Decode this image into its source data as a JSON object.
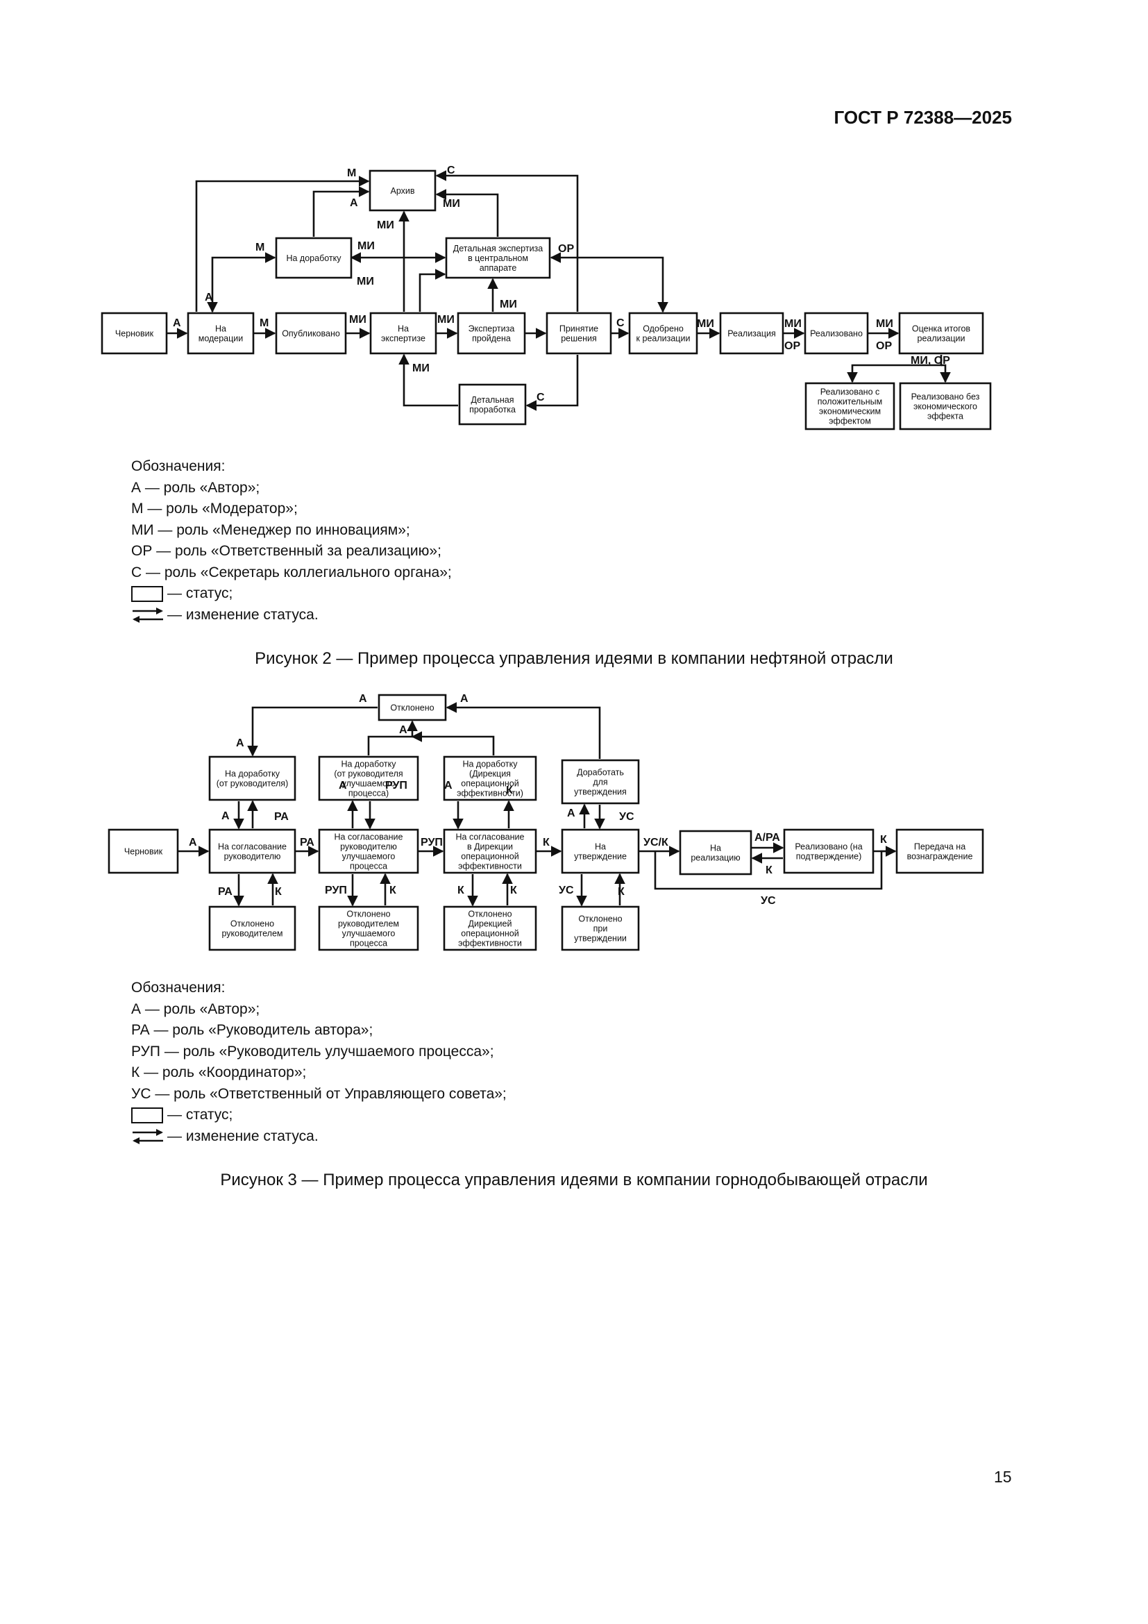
{
  "header": {
    "doc_id": "ГОСТ Р 72388—2025"
  },
  "figure2": {
    "boxes": {
      "chernovik": [
        "Черновик"
      ],
      "na_moderacii": [
        "На",
        "модерации"
      ],
      "opublikovano": [
        "Опубликовано"
      ],
      "na_ekspertize": [
        "На",
        "экспертизе"
      ],
      "ekspertiza_proidena": [
        "Экспертиза",
        "пройдена"
      ],
      "prinyatie_resheniya": [
        "Принятие",
        "решения"
      ],
      "odobreno": [
        "Одобрено",
        "к реализации"
      ],
      "realizaciya": [
        "Реализация"
      ],
      "realizovano": [
        "Реализовано"
      ],
      "ocenka": [
        "Оценка итогов",
        "реализации"
      ],
      "arhiv": [
        "Архив"
      ],
      "na_dorabotku": [
        "На доработку"
      ],
      "detalnaya_ekspertiza": [
        "Детальная экспертиза",
        "в центральном",
        "аппарате"
      ],
      "detalnaya_prorabotka": [
        "Детальная",
        "проработка"
      ],
      "real_pos": [
        "Реализовано с",
        "положительным",
        "экономическим",
        "эффектом"
      ],
      "real_bez": [
        "Реализовано без",
        "экономического",
        "эффекта"
      ]
    },
    "labels": {
      "a1": "А",
      "m1": "М",
      "mi1": "МИ",
      "mi2": "МИ",
      "c1": "С",
      "or1": "ОР",
      "mi3": "МИ",
      "mi4": "МИ",
      "or2": "ОР",
      "mi_or": "МИ, ОР",
      "m_arch": "М",
      "a_arch": "А",
      "c_arch": "С",
      "mi_arch": "МИ",
      "mi_arch2": "МИ",
      "m_dor": "М",
      "a_dor": "А",
      "mi_det1": "МИ",
      "mi_det2": "МИ",
      "mi_det3": "МИ",
      "or_det": "ОР",
      "mi_prorab": "МИ",
      "c_prorab": "С"
    },
    "legend": {
      "title": "Обозначения:",
      "items": [
        "А — роль «Автор»;",
        "М — роль «Модератор»;",
        "МИ — роль «Менеджер по инновациям»;",
        "ОР — роль «Ответственный за реализацию»;",
        "С — роль «Секретарь коллегиального органа»;"
      ],
      "status": "— статус;",
      "change": "— изменение статуса."
    },
    "caption": "Рисунок 2 — Пример процесса управления идеями в компании нефтяной отрасли"
  },
  "figure3": {
    "boxes": {
      "chernovik": [
        "Черновик"
      ],
      "soglas_ruk": [
        "На согласование",
        "руководителю"
      ],
      "soglas_rup": [
        "На согласование",
        "руководителю",
        "улучшаемого",
        "процесса"
      ],
      "soglas_dir": [
        "На согласование",
        "в Дирекции",
        "операционной",
        "эффективности"
      ],
      "na_utv": [
        "На",
        "утверждение"
      ],
      "na_real": [
        "На",
        "реализацию"
      ],
      "real_podtv": [
        "Реализовано (на",
        "подтверждение)"
      ],
      "peredacha": [
        "Передача на",
        "вознаграждение"
      ],
      "otkloneno": [
        "Отклонено"
      ],
      "dor_ruk": [
        "На доработку",
        "(от руководителя)"
      ],
      "dor_rup": [
        "На доработку",
        "(от руководителя",
        "улучшаемого",
        "процесса)"
      ],
      "dor_dir": [
        "На доработку",
        "(Дирекция",
        "операционной",
        "эффективности)"
      ],
      "dor_utv": [
        "Доработать",
        "для",
        "утверждения"
      ],
      "otk_ruk": [
        "Отклонено",
        "руководителем"
      ],
      "otk_rup": [
        "Отклонено",
        "руководителем",
        "улучшаемого",
        "процесса"
      ],
      "otk_dir": [
        "Отклонено",
        "Дирекцией",
        "операционной",
        "эффективности"
      ],
      "otk_utv": [
        "Отклонено",
        "при",
        "утверждении"
      ]
    },
    "labels": {
      "a_main": "А",
      "ra_main": "РА",
      "rup_main": "РУП",
      "k_main": "К",
      "usk": "УС/К",
      "apa": "А/РА",
      "k_back": "К",
      "k_end": "К",
      "us_bottom": "УС",
      "a_top1": "А",
      "a_top2": "А",
      "a_top3": "А",
      "a_top4": "А",
      "a_dr1": "А",
      "ra_dr1": "РА",
      "a_dr2": "А",
      "rup_dr2": "РУП",
      "a_dr3": "А",
      "k_dr3": "К",
      "a_dr4": "А",
      "us_dr4": "УС",
      "ra_ot1": "РА",
      "k_ot1": "К",
      "rup_ot2": "РУП",
      "k_ot2": "К",
      "k_ot3a": "К",
      "k_ot3b": "К",
      "us_ot4": "УС",
      "k_ot4": "К"
    },
    "legend": {
      "title": "Обозначения:",
      "items": [
        "А — роль «Автор»;",
        "РА — роль «Руководитель автора»;",
        "РУП — роль «Руководитель улучшаемого процесса»;",
        "К — роль «Координатор»;",
        "УС — роль «Ответственный от Управляющего совета»;"
      ],
      "status": "— статус;",
      "change": "— изменение статуса."
    },
    "caption": "Рисунок 3 — Пример процесса управления идеями в компании горнодобывающей отрасли"
  },
  "page": {
    "number": "15"
  }
}
